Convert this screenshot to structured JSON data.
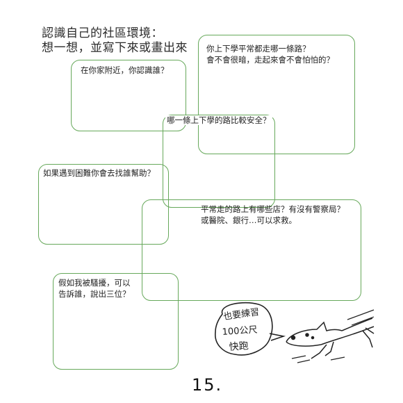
{
  "page": {
    "title_lines": [
      "認識自己的社區環境：",
      "想一想，並寫下來或畫出來"
    ],
    "page_number": "15."
  },
  "boxes": [
    {
      "id": "neighbors",
      "prompt_lines": [
        "在你家附近，你認識誰？"
      ]
    },
    {
      "id": "route",
      "prompt_lines": [
        "你上下學平常都走哪一條路？",
        "會不會很暗，走起來會不會怕怕的？"
      ]
    },
    {
      "id": "safe-route",
      "prompt_lines": [
        "哪一條上下學的路比較安全？"
      ]
    },
    {
      "id": "help",
      "prompt_lines": [
        "如果遇到困難你會去找誰幫助？"
      ]
    },
    {
      "id": "shops",
      "prompt_lines": [
        "平常走的路上有哪些店？有沒有警察局？",
        "或醫院、銀行…可以求救。"
      ]
    },
    {
      "id": "harassed",
      "prompt_lines": [
        "假如我被騷擾，可以",
        "告訴誰，說出三位？"
      ]
    }
  ],
  "illustration": {
    "handwriting": [
      "也要練習",
      "100公尺",
      "快跑"
    ],
    "subject": "running-dog"
  },
  "colors": {
    "box_border": "#66a85a",
    "text": "#1f1f1f"
  }
}
